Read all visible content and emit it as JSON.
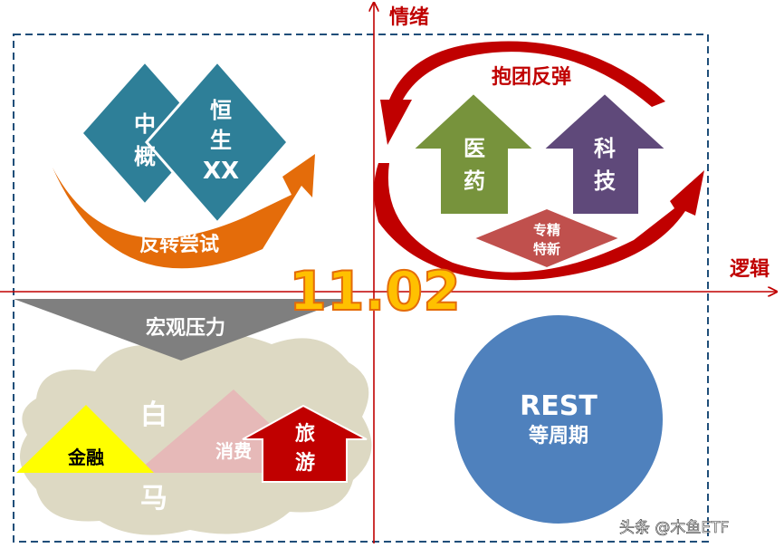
{
  "axes": {
    "y_label": "情绪",
    "x_label": "逻辑"
  },
  "center_date": "11.02",
  "q1": {
    "diamond_left": [
      "中",
      "概"
    ],
    "diamond_right": [
      "恒",
      "生",
      "XX"
    ],
    "arrow_label": "反转尝试"
  },
  "q2": {
    "cycle_label": "抱团反弹",
    "arrow_left": [
      "医",
      "药"
    ],
    "arrow_right": [
      "科",
      "技"
    ],
    "diamond": [
      "专精",
      "特新"
    ]
  },
  "q3": {
    "banner": "宏观压力",
    "finance": "金融",
    "baima": [
      "白",
      "马"
    ],
    "consumer": "消费",
    "travel": [
      "旅",
      "游"
    ]
  },
  "q4": {
    "circle": [
      "REST",
      "等周期"
    ]
  },
  "watermark": "头条 @木鱼ETF",
  "colors": {
    "teal": "#2e7f98",
    "orange": "#e46c0a",
    "red": "#c00000",
    "green": "#77933c",
    "purple": "#5f497a",
    "salmon": "#c0504d",
    "gray": "#7f7f7f",
    "cloud": "#ddd9c3",
    "yellow": "#ffff00",
    "pink": "#e6b9b8",
    "blue": "#4f81bd",
    "title_orange": "#ffc000",
    "axis_red": "#c00000"
  }
}
